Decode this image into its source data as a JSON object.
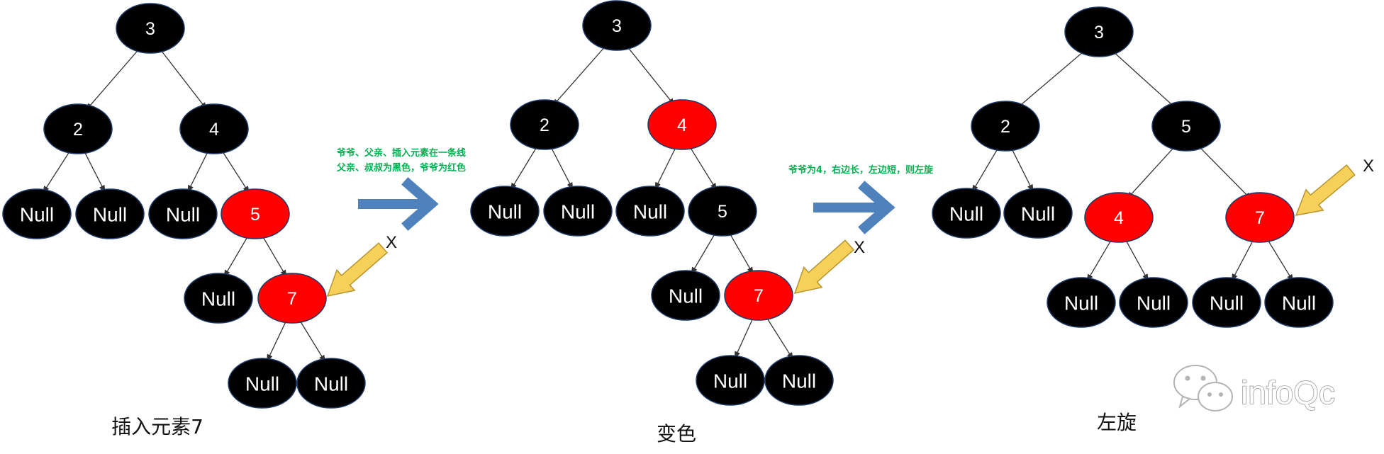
{
  "colors": {
    "black_node": "#000000",
    "red_node": "#ff0000",
    "node_text": "#ffffff",
    "node_border": "#1f3a68",
    "edge": "#333333",
    "step_arrow": "#4f81bd",
    "pointer_arrow": "#f7d05a",
    "pointer_arrow_border": "#b6942f",
    "note_text": "#00b050"
  },
  "panels": [
    {
      "caption": "插入元素7",
      "nodes": [
        {
          "id": "p1-3",
          "label": "3",
          "color": "black"
        },
        {
          "id": "p1-2",
          "label": "2",
          "color": "black"
        },
        {
          "id": "p1-4",
          "label": "4",
          "color": "black"
        },
        {
          "id": "p1-n1",
          "label": "Null",
          "color": "black"
        },
        {
          "id": "p1-n2",
          "label": "Null",
          "color": "black"
        },
        {
          "id": "p1-n3",
          "label": "Null",
          "color": "black"
        },
        {
          "id": "p1-5",
          "label": "5",
          "color": "red"
        },
        {
          "id": "p1-n4",
          "label": "Null",
          "color": "black"
        },
        {
          "id": "p1-7",
          "label": "7",
          "color": "red"
        },
        {
          "id": "p1-n5",
          "label": "Null",
          "color": "black"
        },
        {
          "id": "p1-n6",
          "label": "Null",
          "color": "black"
        }
      ],
      "edges": [
        [
          "p1-3",
          "p1-2"
        ],
        [
          "p1-3",
          "p1-4"
        ],
        [
          "p1-2",
          "p1-n1"
        ],
        [
          "p1-2",
          "p1-n2"
        ],
        [
          "p1-4",
          "p1-n3"
        ],
        [
          "p1-4",
          "p1-5"
        ],
        [
          "p1-5",
          "p1-n4"
        ],
        [
          "p1-5",
          "p1-7"
        ],
        [
          "p1-7",
          "p1-n5"
        ],
        [
          "p1-7",
          "p1-n6"
        ]
      ],
      "pointer": {
        "target": "p1-7",
        "label": "X"
      }
    },
    {
      "caption": "变色",
      "nodes": [
        {
          "id": "p2-3",
          "label": "3",
          "color": "black"
        },
        {
          "id": "p2-2",
          "label": "2",
          "color": "black"
        },
        {
          "id": "p2-4",
          "label": "4",
          "color": "red"
        },
        {
          "id": "p2-n1",
          "label": "Null",
          "color": "black"
        },
        {
          "id": "p2-n2",
          "label": "Null",
          "color": "black"
        },
        {
          "id": "p2-n3",
          "label": "Null",
          "color": "black"
        },
        {
          "id": "p2-5",
          "label": "5",
          "color": "black"
        },
        {
          "id": "p2-n4",
          "label": "Null",
          "color": "black"
        },
        {
          "id": "p2-7",
          "label": "7",
          "color": "red"
        },
        {
          "id": "p2-n5",
          "label": "Null",
          "color": "black"
        },
        {
          "id": "p2-n6",
          "label": "Null",
          "color": "black"
        }
      ],
      "edges": [
        [
          "p2-3",
          "p2-2"
        ],
        [
          "p2-3",
          "p2-4"
        ],
        [
          "p2-2",
          "p2-n1"
        ],
        [
          "p2-2",
          "p2-n2"
        ],
        [
          "p2-4",
          "p2-n3"
        ],
        [
          "p2-4",
          "p2-5"
        ],
        [
          "p2-5",
          "p2-n4"
        ],
        [
          "p2-5",
          "p2-7"
        ],
        [
          "p2-7",
          "p2-n5"
        ],
        [
          "p2-7",
          "p2-n6"
        ]
      ],
      "pointer": {
        "target": "p2-7",
        "label": "X"
      }
    },
    {
      "caption": "左旋",
      "nodes": [
        {
          "id": "p3-3",
          "label": "3",
          "color": "black"
        },
        {
          "id": "p3-2",
          "label": "2",
          "color": "black"
        },
        {
          "id": "p3-5",
          "label": "5",
          "color": "black"
        },
        {
          "id": "p3-n1",
          "label": "Null",
          "color": "black"
        },
        {
          "id": "p3-n2",
          "label": "Null",
          "color": "black"
        },
        {
          "id": "p3-4",
          "label": "4",
          "color": "red"
        },
        {
          "id": "p3-7",
          "label": "7",
          "color": "red"
        },
        {
          "id": "p3-n3",
          "label": "Null",
          "color": "black"
        },
        {
          "id": "p3-n4",
          "label": "Null",
          "color": "black"
        },
        {
          "id": "p3-n5",
          "label": "Null",
          "color": "black"
        },
        {
          "id": "p3-n6",
          "label": "Null",
          "color": "black"
        }
      ],
      "edges": [
        [
          "p3-3",
          "p3-2"
        ],
        [
          "p3-3",
          "p3-5"
        ],
        [
          "p3-2",
          "p3-n1"
        ],
        [
          "p3-2",
          "p3-n2"
        ],
        [
          "p3-5",
          "p3-4"
        ],
        [
          "p3-5",
          "p3-7"
        ],
        [
          "p3-4",
          "p3-n3"
        ],
        [
          "p3-4",
          "p3-n4"
        ],
        [
          "p3-7",
          "p3-n5"
        ],
        [
          "p3-7",
          "p3-n6"
        ]
      ],
      "pointer": {
        "target": "p3-7",
        "label": "X"
      }
    }
  ],
  "transitions": [
    {
      "note_lines": [
        "爷爷、父亲、插入元素在一条线",
        "父亲、叔叔为黑色，爷爷为红色"
      ]
    },
    {
      "note_lines": [
        "爷爷为4，右边长，左边短，则左旋"
      ]
    }
  ],
  "watermark": {
    "text": "infoQc",
    "icon": "wechat-icon"
  }
}
